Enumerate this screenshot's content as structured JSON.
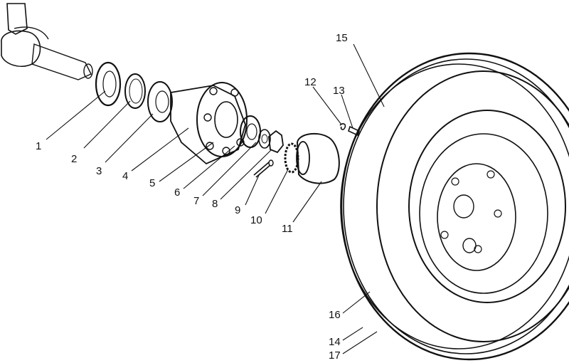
{
  "diagram": {
    "type": "exploded-assembly",
    "parts": [
      {
        "id": "p1",
        "number": "1"
      },
      {
        "id": "p2",
        "number": "2"
      },
      {
        "id": "p3",
        "number": "3"
      },
      {
        "id": "p4",
        "number": "4"
      },
      {
        "id": "p5",
        "number": "5"
      },
      {
        "id": "p6",
        "number": "6"
      },
      {
        "id": "p7",
        "number": "7"
      },
      {
        "id": "p8",
        "number": "8"
      },
      {
        "id": "p9",
        "number": "9"
      },
      {
        "id": "p10",
        "number": "10"
      },
      {
        "id": "p11",
        "number": "11"
      },
      {
        "id": "p12",
        "number": "12"
      },
      {
        "id": "p13",
        "number": "13"
      },
      {
        "id": "p14",
        "number": "14"
      },
      {
        "id": "p15",
        "number": "15"
      },
      {
        "id": "p16",
        "number": "16"
      },
      {
        "id": "p17",
        "number": "17"
      }
    ]
  }
}
